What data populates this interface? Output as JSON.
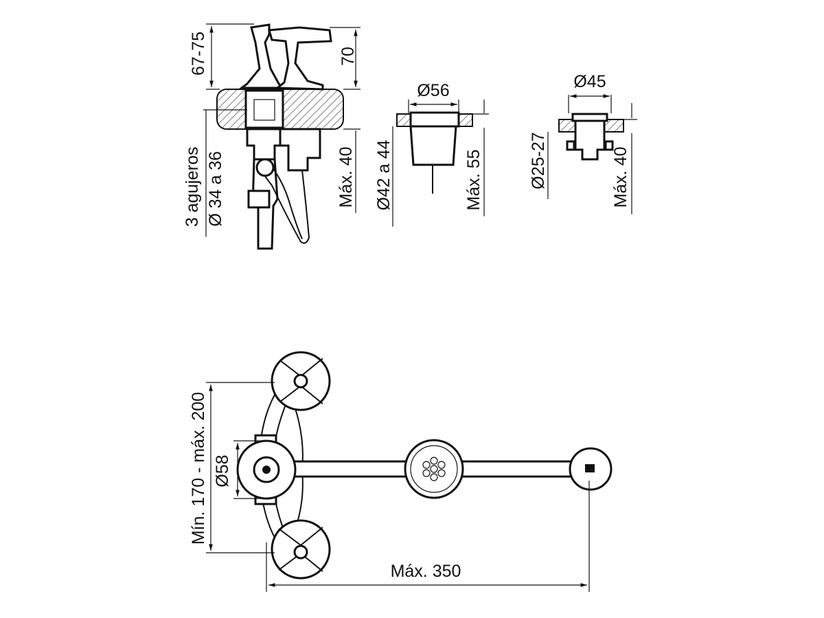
{
  "top_view": {
    "mixer": {
      "height_range": "67-75",
      "height": "70",
      "holes_label": "3 agujeros",
      "hole_diameter": "Ø 34 a 36",
      "max_depth": "Máx. 40"
    },
    "spout": {
      "diameter": "Ø56",
      "hole_diameter": "Ø42 a 44",
      "max_depth": "Máx. 55"
    },
    "shower_outlet": {
      "diameter": "Ø45",
      "hole_diameter": "Ø25-27",
      "max_depth": "Máx. 40"
    }
  },
  "plan_view": {
    "spacing": "Mín. 170 - máx. 200",
    "valve_diameter": "Ø58",
    "max_length": "Máx. 350"
  }
}
